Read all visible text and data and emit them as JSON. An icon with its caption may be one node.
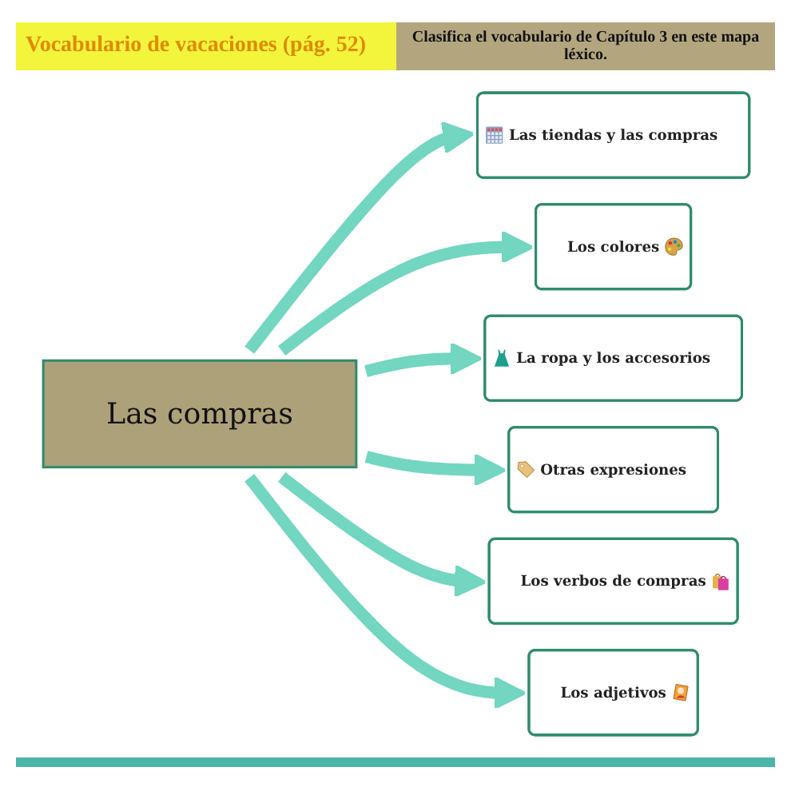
{
  "diagram": {
    "title": "Vocabulario de vacaciones (pág. 52)",
    "nodes": [
      {
        "text": [
          "Las tiendas y las compras"
        ]
      },
      {
        "text": [
          "Los colores"
        ]
      },
      {
        "text": [
          "La ropa y los accesorios"
        ]
      },
      {
        "text": [
          "Las compras"
        ]
      },
      {
        "text": [
          "Otras expresiones"
        ]
      },
      {
        "text": [
          "Los verbos de compras"
        ]
      },
      {
        "text": [
          "Los adjetivos"
        ]
      }
    ],
    "edges": [
      {
        "from": 3,
        "to": 0,
        "arrow": "to"
      },
      {
        "from": 3,
        "to": 1,
        "arrow": "to"
      },
      {
        "from": 3,
        "to": 2,
        "arrow": "to"
      },
      {
        "from": 3,
        "to": 4,
        "arrow": "to"
      },
      {
        "from": 3,
        "to": 5,
        "arrow": "to"
      },
      {
        "from": 3,
        "to": 6,
        "arrow": "to"
      }
    ],
    "labels": [
      "Clasifica el vocabulario de Capítulo 3 en este mapa léxico."
    ]
  }
}
